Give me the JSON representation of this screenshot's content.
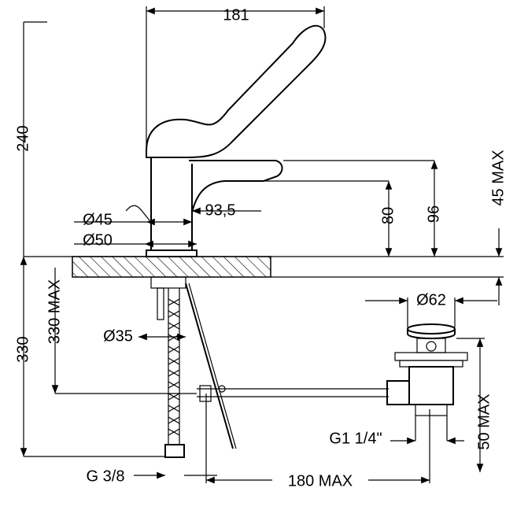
{
  "dimensions": {
    "top_width": "181",
    "total_height": "240",
    "spout_reach": "93,5",
    "spout_height": "80",
    "lever_height": "96",
    "deck_thickness": "45 MAX",
    "dia_45": "Ø45",
    "dia_50": "Ø50",
    "dia_35": "Ø35",
    "dia_62": "Ø62",
    "below_deck": "330",
    "below_deck_max": "330 MAX",
    "waste_height": "50 MAX",
    "waste_thread": "G1 1/4\"",
    "hose_thread": "G 3/8",
    "rod_length": "180 MAX"
  }
}
